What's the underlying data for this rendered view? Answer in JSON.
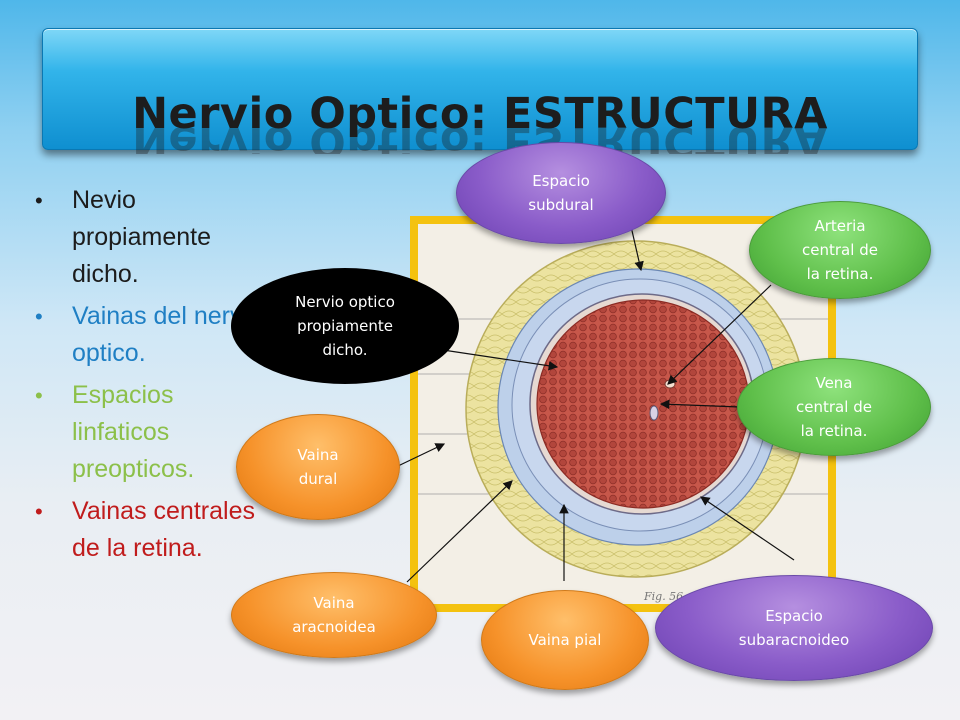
{
  "title": "Nervio Optico: ESTRUCTURA",
  "bullets": [
    "Nevio propiamente dicho.",
    "Vainas del nervio optico.",
    "Espacios linfaticos preopticos.",
    "Vainas centrales de la retina."
  ],
  "figure_label": "Fig. 56",
  "labels": {
    "espacio_subdural": [
      "Espacio",
      "subdural"
    ],
    "arteria_central": [
      "Arteria",
      "central de",
      "la retina."
    ],
    "nervio_optico": [
      "Nervio optico",
      "propiamente",
      "dicho."
    ],
    "vena_central": [
      "Vena",
      "central de",
      "la retina."
    ],
    "vaina_dural": [
      "Vaina",
      "dural"
    ],
    "vaina_aracnoidea": [
      "Vaina",
      "aracnoidea"
    ],
    "vaina_pial": [
      "Vaina pial"
    ],
    "espacio_subaracnoideo": [
      "Espacio",
      "subaracnoideo"
    ]
  },
  "colors": {
    "title_bar": "#32b4ea",
    "bullet_1": "#1c1c1c",
    "bullet_2": "#1f7fc4",
    "bullet_3": "#8cc04a",
    "bullet_4": "#c01c1c",
    "purple_label": "#8a5cc9",
    "green_label": "#5fbf4a",
    "orange_label": "#f6922a",
    "figure_frame": "#f4c20f"
  }
}
